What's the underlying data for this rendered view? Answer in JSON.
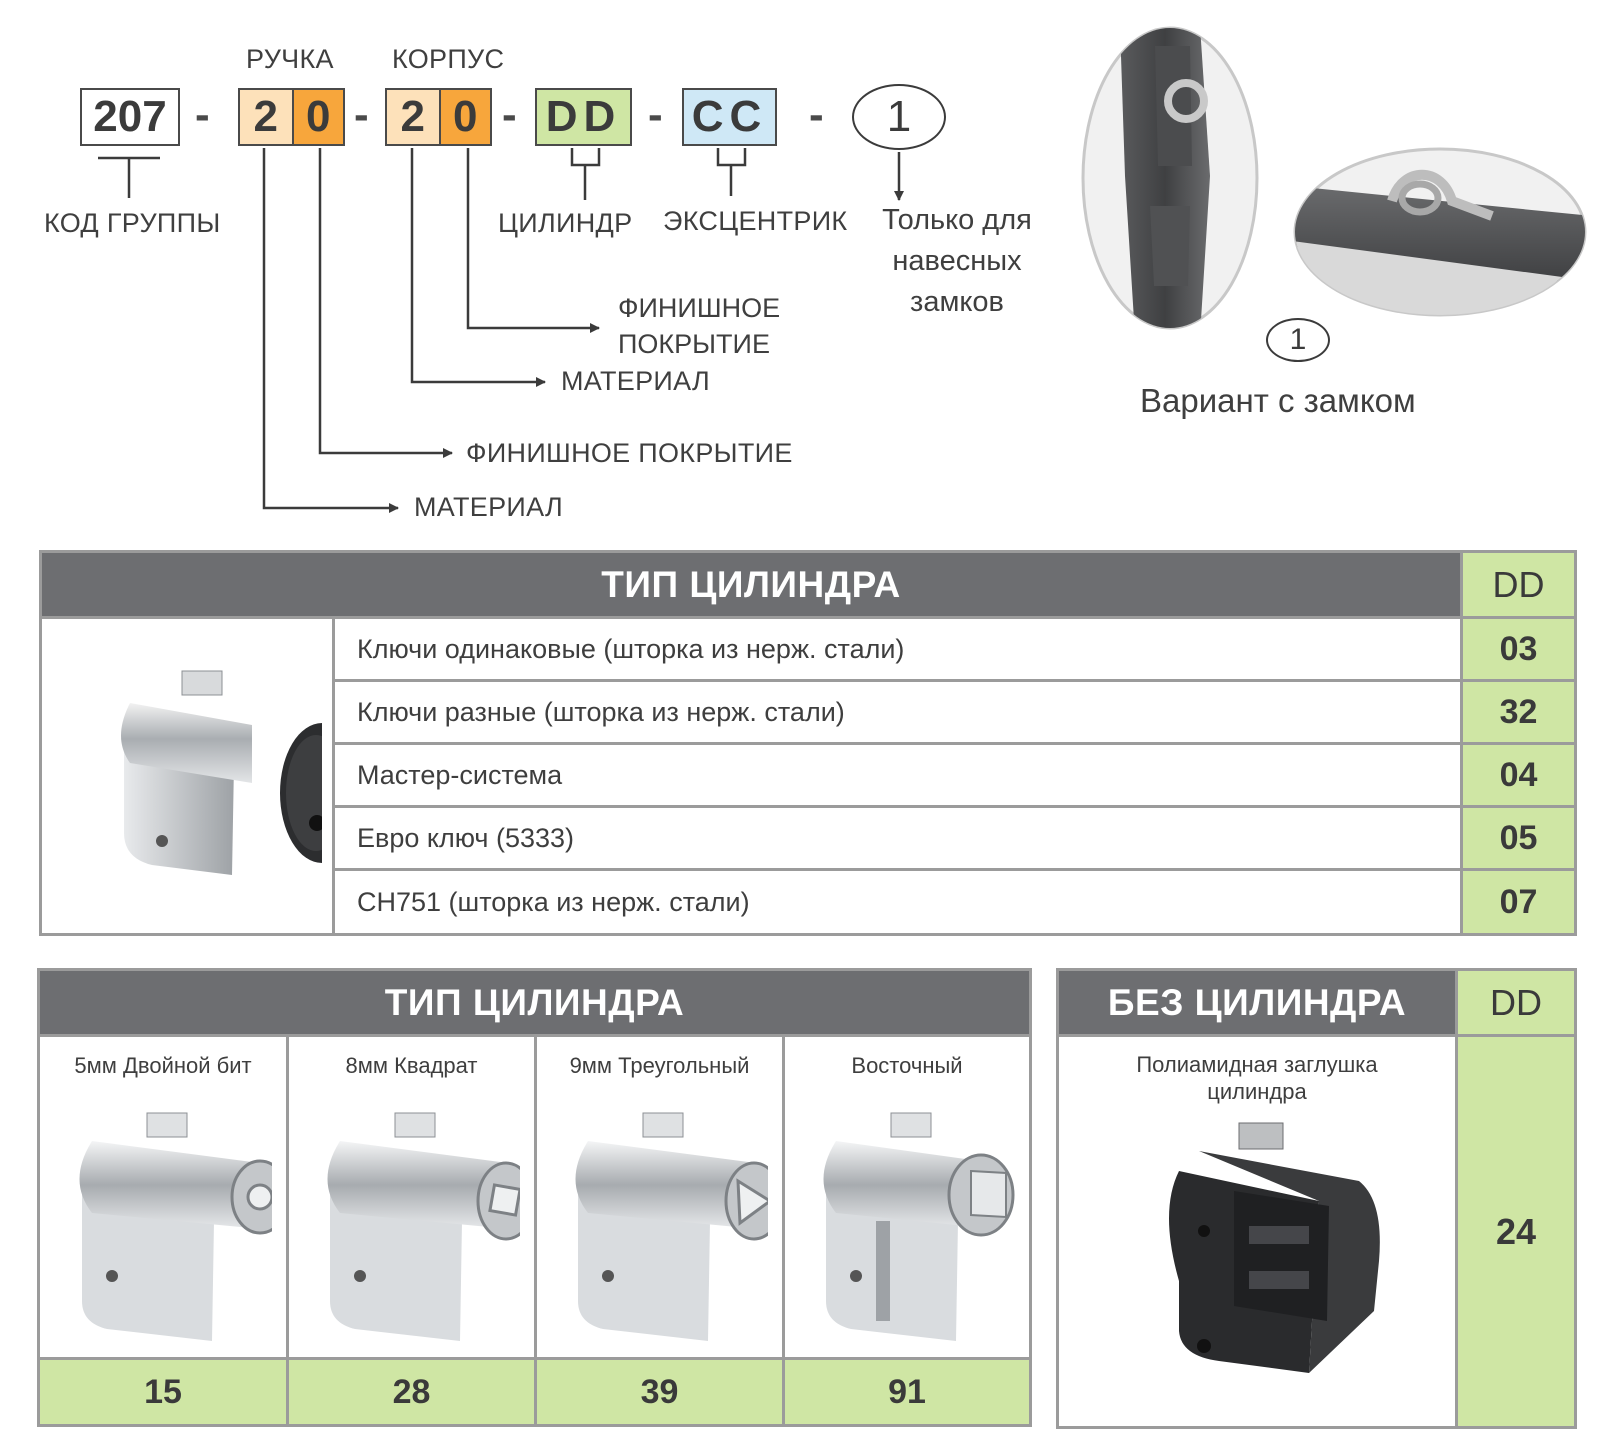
{
  "code_scheme": {
    "group_code": "207",
    "handle": {
      "title": "РУЧКА",
      "digit1": "2",
      "digit2": "0"
    },
    "body": {
      "title": "КОРПУС",
      "digit1": "2",
      "digit2": "0"
    },
    "cylinder_code": {
      "c1": "D",
      "c2": "D"
    },
    "eccentric_code": {
      "c1": "C",
      "c2": "C"
    },
    "padlock_option": "1",
    "separator": "-",
    "labels": {
      "group_code": "КОД ГРУППЫ",
      "cylinder": "ЦИЛИНДР",
      "eccentric": "ЭКСЦЕНТРИК",
      "padlock_line1": "Только для",
      "padlock_line2": "навесных",
      "padlock_line3": "замков",
      "body_finish_line1": "ФИНИШНОЕ",
      "body_finish_line2": "ПОКРЫТИЕ",
      "body_material": "МАТЕРИАЛ",
      "handle_finish": "ФИНИШНОЕ ПОКРЫТИЕ",
      "handle_material": "МАТЕРИАЛ"
    },
    "colors": {
      "orange_light": "#fde1ba",
      "orange": "#f7a63c",
      "green_light": "#cfe6a4",
      "blue_light": "#cfe8f6"
    }
  },
  "lock_variant": {
    "number": "1",
    "caption": "Вариант с замком"
  },
  "table1": {
    "header": "ТИП ЦИЛИНДРА",
    "code_header": "DD",
    "rows": [
      {
        "label": "Ключи одинаковые (шторка из нерж. стали)",
        "code": "03"
      },
      {
        "label": "Ключи разные (шторка из нерж. стали)",
        "code": "32"
      },
      {
        "label": "Мастер-система",
        "code": "04"
      },
      {
        "label": "Евро ключ (5333)",
        "code": "05"
      },
      {
        "label": "CH751 (шторка из нерж. стали)",
        "code": "07"
      }
    ]
  },
  "table2": {
    "header": "ТИП ЦИЛИНДРА",
    "columns": [
      {
        "label": "5мм Двойной бит",
        "code": "15",
        "icon": "double-bit-cylinder-icon"
      },
      {
        "label": "8мм Квадрат",
        "code": "28",
        "icon": "square-cylinder-icon"
      },
      {
        "label": "9мм Треугольный",
        "code": "39",
        "icon": "triangle-cylinder-icon"
      },
      {
        "label": "Восточный",
        "code": "91",
        "icon": "oriental-cylinder-icon"
      }
    ]
  },
  "table3": {
    "header": "БЕЗ ЦИЛИНДРА",
    "code_header": "DD",
    "label_line1": "Полиамидная заглушка",
    "label_line2": "цилиндра",
    "code": "24"
  },
  "theme": {
    "header_gray": "#6d6e71",
    "code_green": "#cfe6a4",
    "border_gray": "#9b9b9b"
  }
}
